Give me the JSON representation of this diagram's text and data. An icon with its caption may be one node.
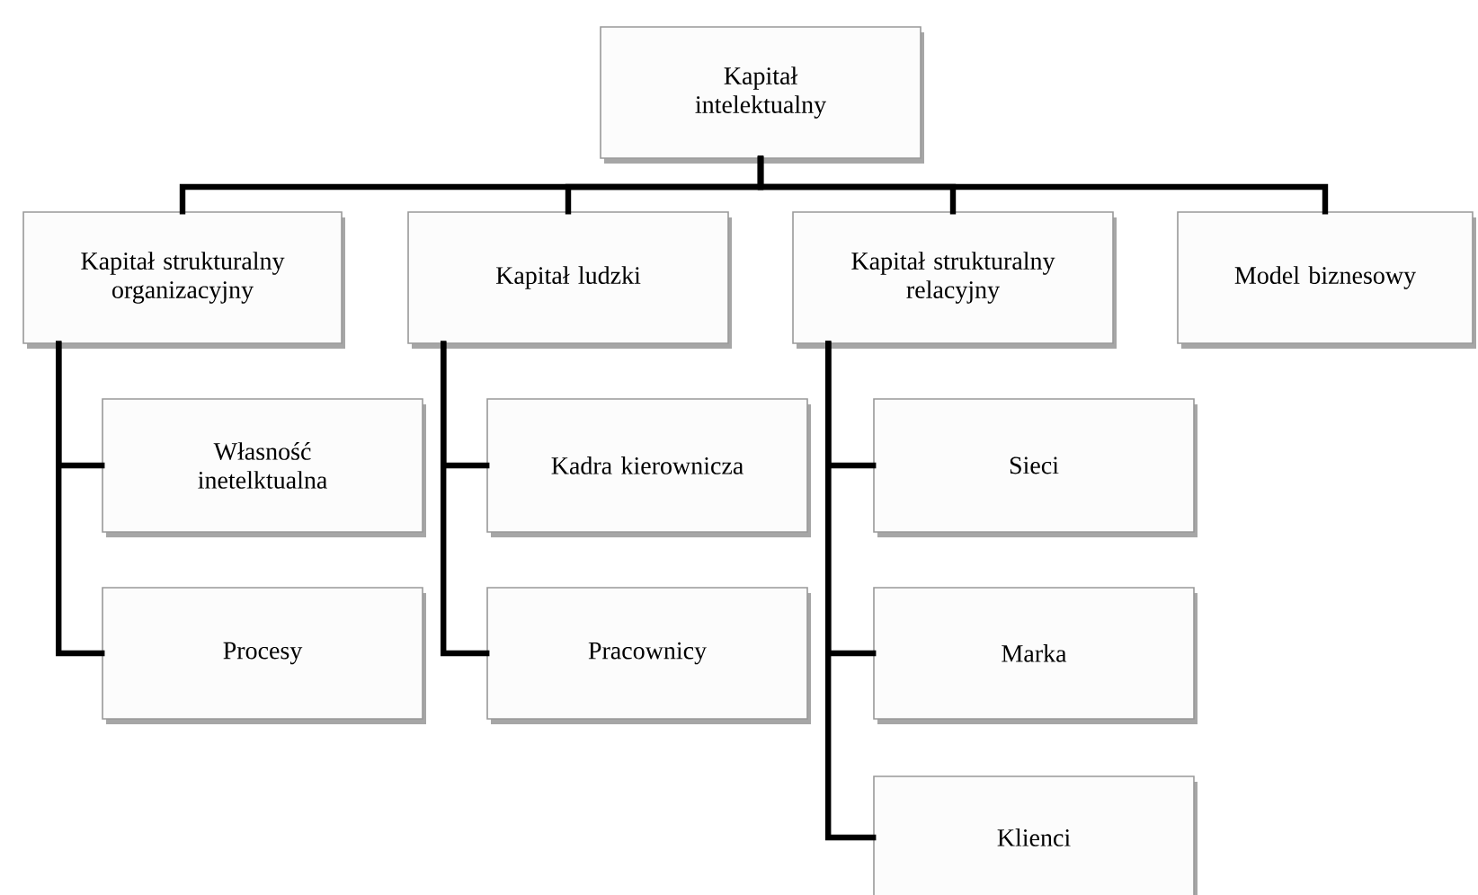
{
  "diagram": {
    "nodes": [
      {
        "text": [
          "Kapitał intelektualny"
        ]
      },
      {
        "text": [
          "Kapitał strukturalny organizacyjny"
        ]
      },
      {
        "text": [
          "Kapitał ludzki"
        ]
      },
      {
        "text": [
          "Kapitał strukturalny relacyjny"
        ]
      },
      {
        "text": [
          "Model biznesowy"
        ]
      },
      {
        "text": [
          "Własność inetelktualna"
        ]
      },
      {
        "text": [
          "Procesy"
        ]
      },
      {
        "text": [
          "Kadra kierownicza"
        ]
      },
      {
        "text": [
          "Pracownicy"
        ]
      },
      {
        "text": [
          "Sieci"
        ]
      },
      {
        "text": [
          "Marka"
        ]
      },
      {
        "text": [
          "Klienci"
        ]
      }
    ],
    "edges": [
      {
        "from": 0,
        "to": 1,
        "arrow": "none"
      },
      {
        "from": 0,
        "to": 2,
        "arrow": "none"
      },
      {
        "from": 0,
        "to": 3,
        "arrow": "none"
      },
      {
        "from": 0,
        "to": 4,
        "arrow": "none"
      },
      {
        "from": 1,
        "to": 5,
        "arrow": "none"
      },
      {
        "from": 1,
        "to": 6,
        "arrow": "none"
      },
      {
        "from": 2,
        "to": 7,
        "arrow": "none"
      },
      {
        "from": 2,
        "to": 8,
        "arrow": "none"
      },
      {
        "from": 3,
        "to": 9,
        "arrow": "none"
      },
      {
        "from": 3,
        "to": 10,
        "arrow": "none"
      },
      {
        "from": 3,
        "to": 11,
        "arrow": "none"
      }
    ]
  }
}
